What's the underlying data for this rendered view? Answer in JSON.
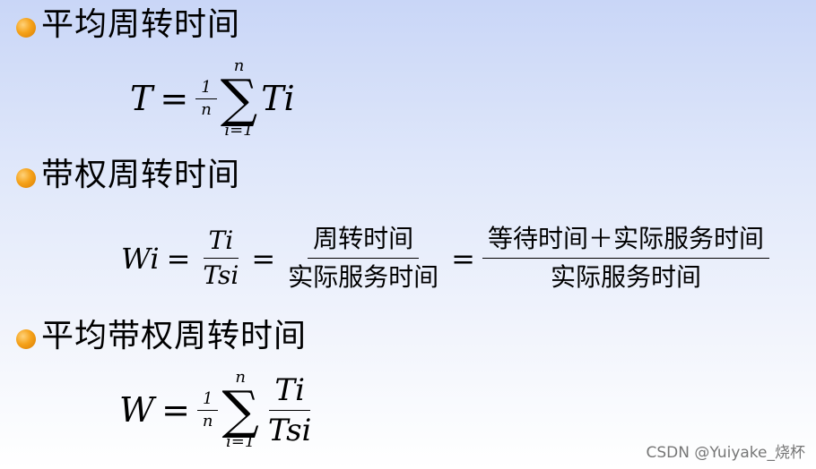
{
  "headings": {
    "h1": "平均周转时间",
    "h2": "带权周转时间",
    "h3": "平均带权周转时间"
  },
  "formula1": {
    "lhs": "T",
    "eq": "=",
    "frac_num": "1",
    "frac_den": "n",
    "sum_top": "n",
    "sum_bottom": "i=1",
    "term": "Ti"
  },
  "formula2": {
    "lhs": "Wi",
    "eq1": "=",
    "frac1_num": "Ti",
    "frac1_den": "Tsi",
    "eq2": "=",
    "frac2_num": "周转时间",
    "frac2_den": "实际服务时间",
    "eq3": "=",
    "frac3_num": "等待时间＋实际服务时间",
    "frac3_den": "实际服务时间"
  },
  "formula3": {
    "lhs": "W",
    "eq": "=",
    "frac_num": "1",
    "frac_den": "n",
    "sum_top": "n",
    "sum_bottom": "i=1",
    "term_num": "Ti",
    "term_den": "Tsi"
  },
  "watermark": "CSDN @Yuiyake_烧杯"
}
